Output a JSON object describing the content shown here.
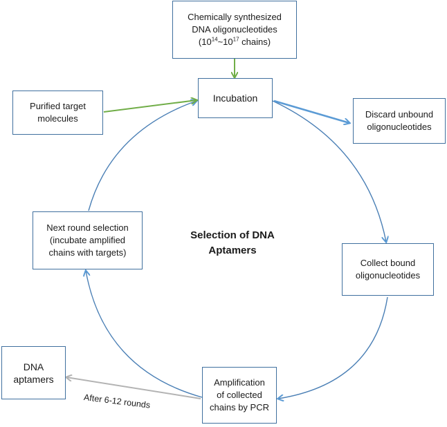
{
  "diagram": {
    "center_title_lines": [
      "Selection of DNA",
      "Aptamers"
    ],
    "nodes": {
      "source": {
        "line1": "Chemically synthesized",
        "line2": "DNA oligonucleotides",
        "line3_pre": "(10",
        "exp1": "14",
        "line3_mid": "~10",
        "exp2": "17",
        "line3_post": " chains)"
      },
      "incubation": {
        "label": "Incubation"
      },
      "target": {
        "line1": "Purified target",
        "line2": "molecules"
      },
      "discard": {
        "line1": "Discard unbound",
        "line2": "oligonucleotides"
      },
      "collect": {
        "line1": "Collect bound",
        "line2": "oligonucleotides"
      },
      "amplification": {
        "line1": "Amplification",
        "line2": "of collected",
        "line3": "chains by PCR"
      },
      "next_round": {
        "line1": "Next round selection",
        "line2": "(incubate amplified",
        "line3": "chains with targets)"
      },
      "aptamers": {
        "line1": "DNA",
        "line2": "aptamers"
      }
    },
    "edge_label": "After 6-12 rounds",
    "colors": {
      "box_border": "#3f6f9e",
      "circle": "#4a7fb5",
      "blue_arrow": "#5b9bd5",
      "green_arrow": "#70ad47",
      "gray_arrow": "#b3b3b3"
    }
  }
}
